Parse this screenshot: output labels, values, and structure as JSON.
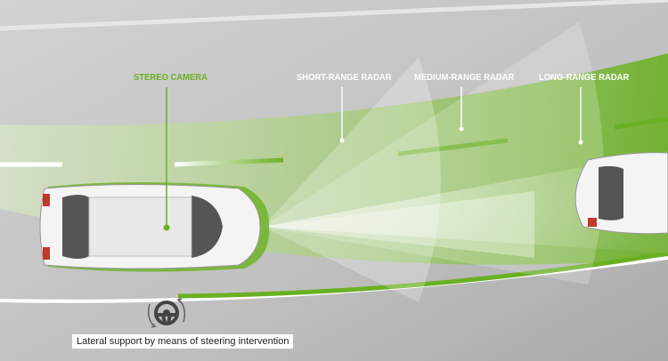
{
  "labels": {
    "stereo_camera": "STEREO CAMERA",
    "short_range_radar": "SHORT-RANGE RADAR",
    "medium_range_radar": "MEDIUM-RANGE RADAR",
    "long_range_radar": "LONG-RANGE RADAR"
  },
  "caption": "Lateral support by means of steering intervention",
  "colors": {
    "accent_green": "#6ab023",
    "background": "#c4c4c4",
    "label_white": "#ffffff"
  },
  "icons": [
    "steering-wheel-icon",
    "rotation-arrows-icon"
  ]
}
